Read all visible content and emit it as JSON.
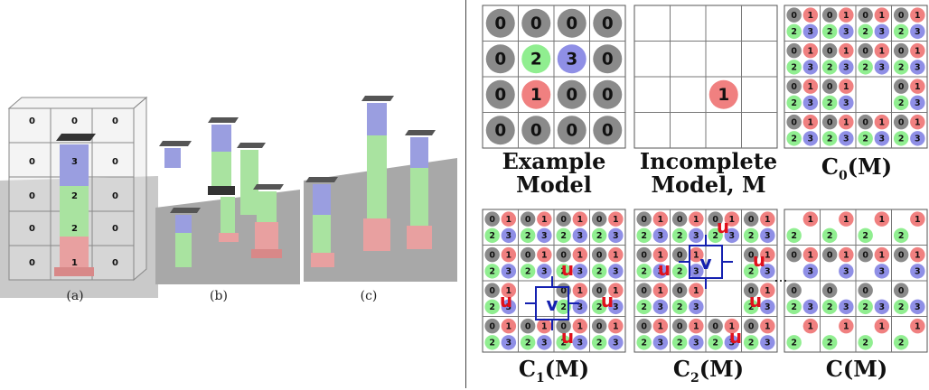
{
  "left_figure": {
    "captions": [
      "(a)",
      "(b)",
      "(c)"
    ],
    "cube_labels": [
      "0",
      "0",
      "0",
      "0",
      "3",
      "0",
      "0",
      "2",
      "0",
      "0",
      "2",
      "0",
      "0",
      "1",
      "0"
    ]
  },
  "right_figure": {
    "grids": [
      {
        "id": "example",
        "label_lines": [
          "Example",
          "Model"
        ]
      },
      {
        "id": "incomplete",
        "label_lines": [
          "Incomplete",
          "Model, M"
        ]
      },
      {
        "id": "c0",
        "label_lines": [
          "C",
          "0",
          "(M)"
        ]
      },
      {
        "id": "c1",
        "label_lines": [
          "C",
          "1",
          "(M)"
        ]
      },
      {
        "id": "c2",
        "label_lines": [
          "C",
          "2",
          "(M)"
        ]
      },
      {
        "id": "c",
        "label_lines": [
          "C(M)"
        ]
      }
    ],
    "example_cells": [
      [
        "0",
        "0",
        "0",
        "0"
      ],
      [
        "0",
        "2",
        "3",
        "0"
      ],
      [
        "0",
        "1",
        "0",
        "0"
      ],
      [
        "0",
        "0",
        "0",
        "0"
      ]
    ],
    "incomplete_value": "1",
    "ellipsis": "...",
    "v_label": "v",
    "u_label": "u"
  },
  "colors": {
    "zero": "#8a8a8a",
    "one": "#f08080",
    "two": "#90ee90",
    "three": "#8f8fe6",
    "u": "#e0101c",
    "v": "#1420b0"
  }
}
